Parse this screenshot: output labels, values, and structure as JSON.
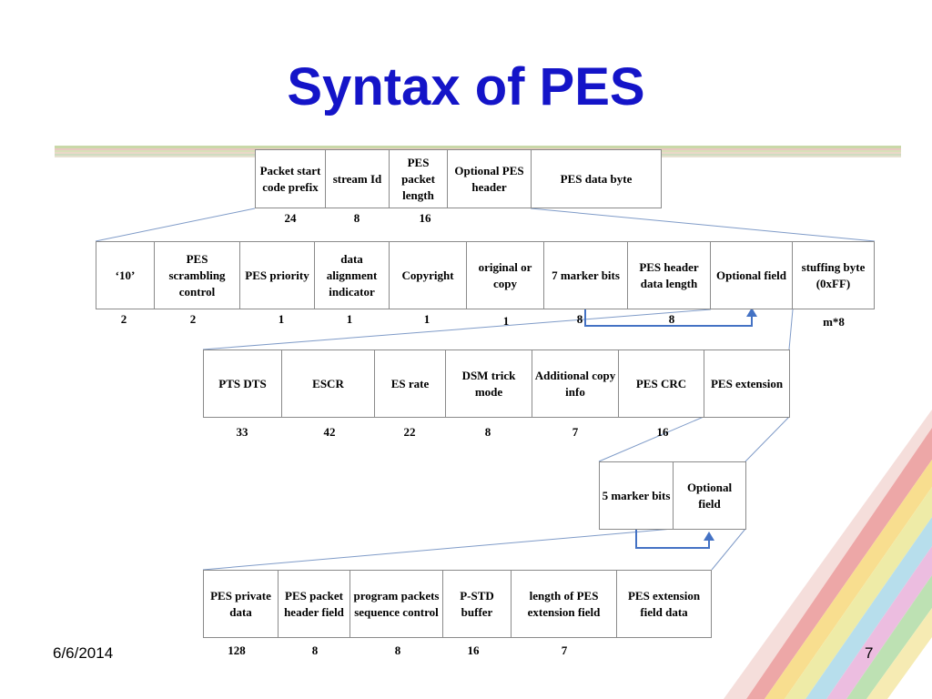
{
  "title": "Syntax of PES",
  "rows": [
    {
      "cells": [
        "Packet start code prefix",
        "stream Id",
        "PES packet length",
        "Optional PES header",
        "PES data byte"
      ],
      "bits": [
        "24",
        "8",
        "16"
      ]
    },
    {
      "cells": [
        "‘10’",
        "PES scrambling control",
        "PES priority",
        "data alignment indicator",
        "Copyright",
        "original or copy",
        "7 marker bits",
        "PES header data length",
        "Optional field",
        "stuffing byte (0xFF)"
      ],
      "bits": [
        "2",
        "2",
        "1",
        "1",
        "1",
        "1",
        "8",
        "8",
        "m*8"
      ]
    },
    {
      "cells": [
        "PTS DTS",
        "ESCR",
        "ES rate",
        "DSM trick mode",
        "Additional copy info",
        "PES CRC",
        "PES extension"
      ],
      "bits": [
        "33",
        "42",
        "22",
        "8",
        "7",
        "16"
      ]
    },
    {
      "cells": [
        "5 marker bits",
        "Optional field"
      ],
      "bits": []
    },
    {
      "cells": [
        "PES private data",
        "PES packet header field",
        "program packets sequence control",
        "P-STD buffer",
        "length of PES extension field",
        "PES extension field data"
      ],
      "bits": [
        "128",
        "8",
        "8",
        "16",
        "7"
      ]
    }
  ],
  "footer": {
    "date": "6/6/2014",
    "page": "7"
  },
  "colors": {
    "title": "#1414c8",
    "connector": "#4472c4",
    "expand_line": "#7f9bc8"
  }
}
